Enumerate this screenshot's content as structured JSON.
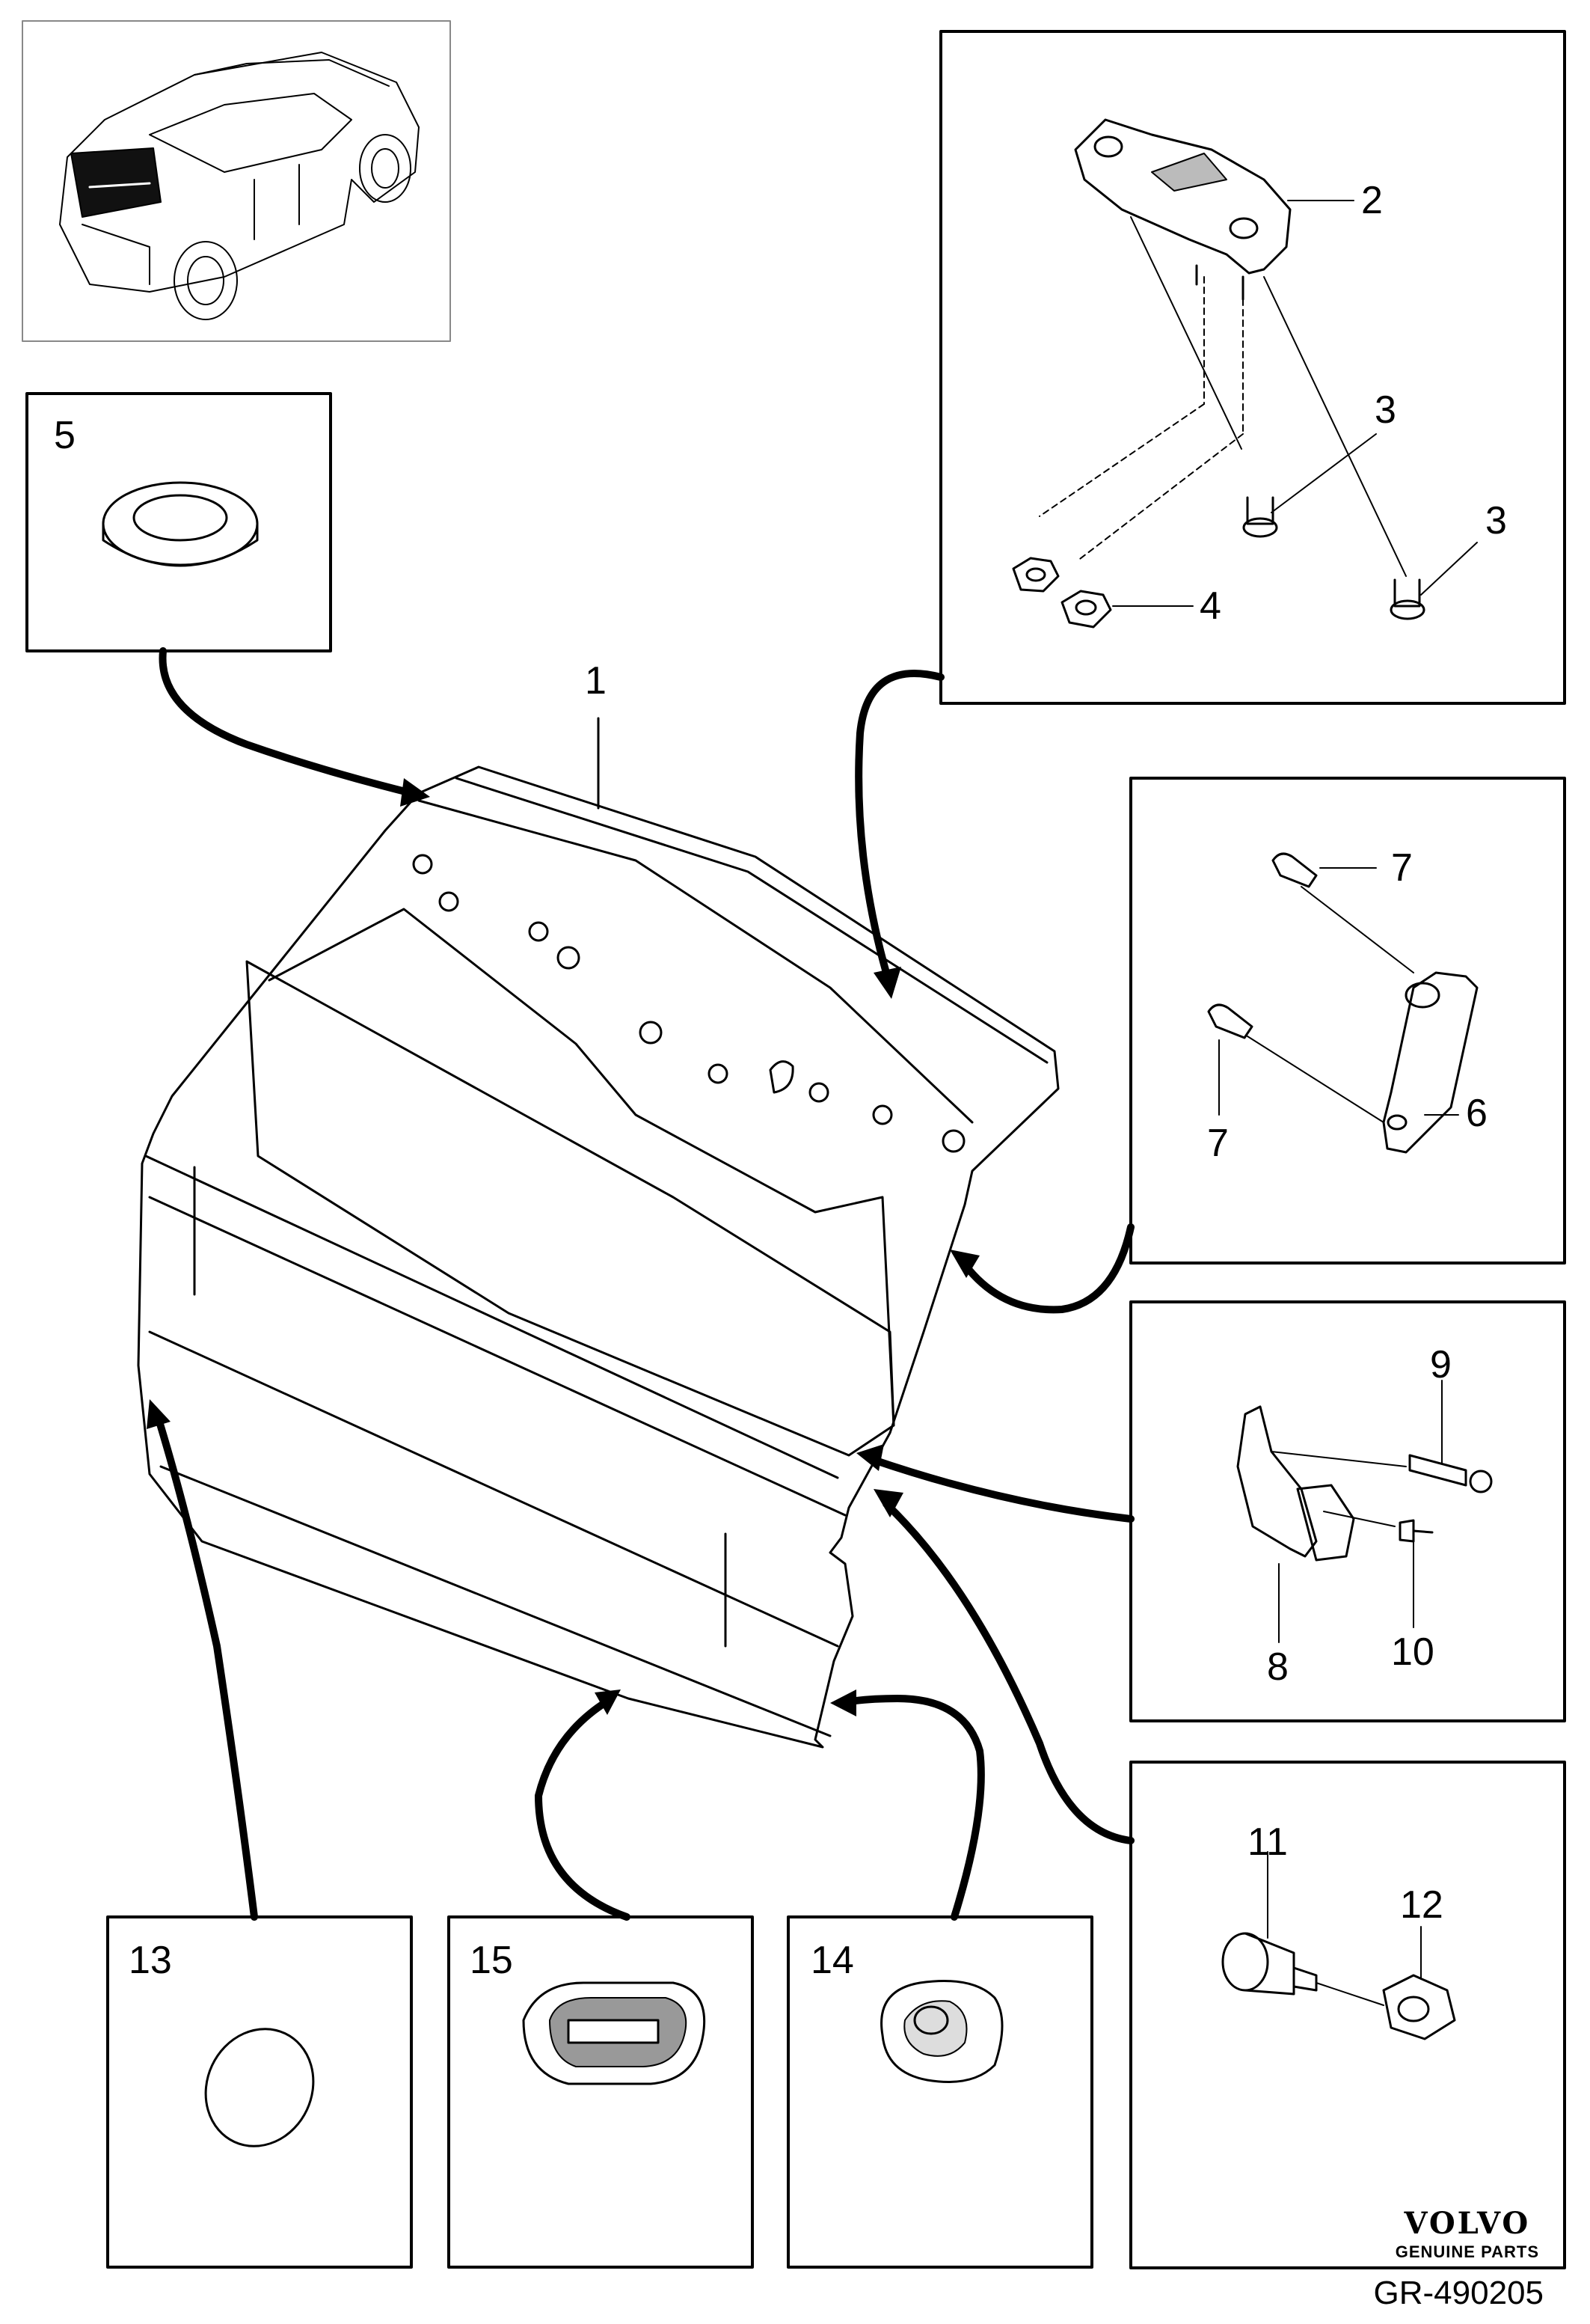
{
  "callouts": {
    "c1": "1",
    "c2": "2",
    "c3a": "3",
    "c3b": "3",
    "c4": "4",
    "c5": "5",
    "c6": "6",
    "c7a": "7",
    "c7b": "7",
    "c8": "8",
    "c9": "9",
    "c10": "10",
    "c11": "11",
    "c12": "12",
    "c13": "13",
    "c14": "14",
    "c15": "15"
  },
  "branding": {
    "logo_text": "VOLVO",
    "subtitle": "GENUINE PARTS"
  },
  "diagram_ref": "GR-490205"
}
